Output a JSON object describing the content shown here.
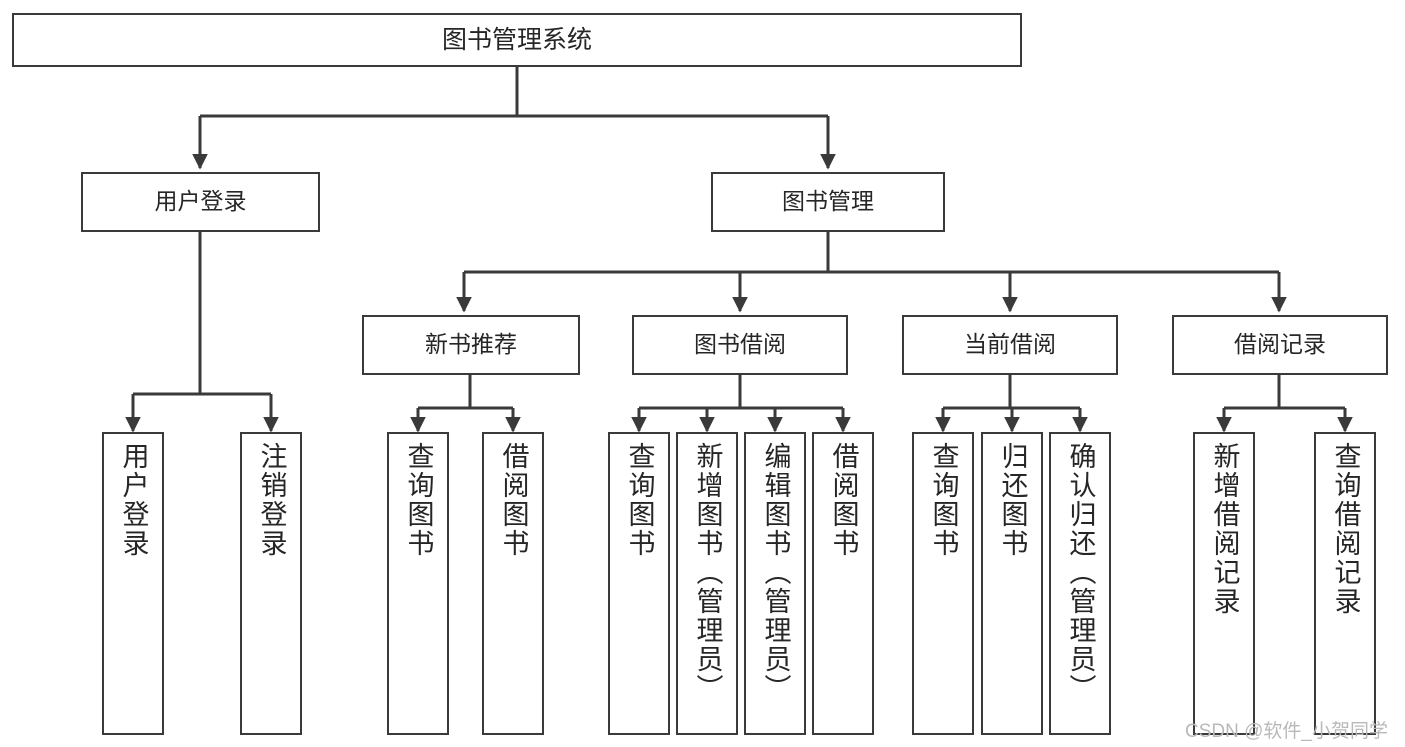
{
  "diagram": {
    "title": "图书管理系统",
    "type": "functional-decomposition-tree",
    "nodes": {
      "root": {
        "label": "图书管理系统"
      },
      "level1": [
        {
          "id": "user-login",
          "label": "用户登录"
        },
        {
          "id": "book-management",
          "label": "图书管理"
        }
      ],
      "level2": [
        {
          "id": "new-book-recommend",
          "label": "新书推荐"
        },
        {
          "id": "book-borrow",
          "label": "图书借阅"
        },
        {
          "id": "current-borrow",
          "label": "当前借阅"
        },
        {
          "id": "borrow-record",
          "label": "借阅记录"
        }
      ],
      "leaves": [
        {
          "id": "leaf-user-login",
          "label": "用户登录"
        },
        {
          "id": "leaf-logout-login",
          "label": "注销登录"
        },
        {
          "id": "leaf-query-book-1",
          "label": "查询图书"
        },
        {
          "id": "leaf-borrow-book-1",
          "label": "借阅图书"
        },
        {
          "id": "leaf-query-book-2",
          "label": "查询图书"
        },
        {
          "id": "leaf-add-book",
          "label": "新增图书（管理员）"
        },
        {
          "id": "leaf-edit-book",
          "label": "编辑图书（管理员）"
        },
        {
          "id": "leaf-borrow-book-2",
          "label": "借阅图书"
        },
        {
          "id": "leaf-query-book-3",
          "label": "查询图书"
        },
        {
          "id": "leaf-return-book",
          "label": "归还图书"
        },
        {
          "id": "leaf-confirm-return",
          "label": "确认归还（管理员）"
        },
        {
          "id": "leaf-add-record",
          "label": "新增借阅记录"
        },
        {
          "id": "leaf-query-record",
          "label": "查询借阅记录"
        }
      ]
    },
    "colors": {
      "stroke": "#3a3a3a",
      "text": "#262626",
      "background": "#ffffff",
      "watermark": "#b9b9b9"
    }
  },
  "watermark": {
    "text": "CSDN @软件_小贺同学"
  }
}
